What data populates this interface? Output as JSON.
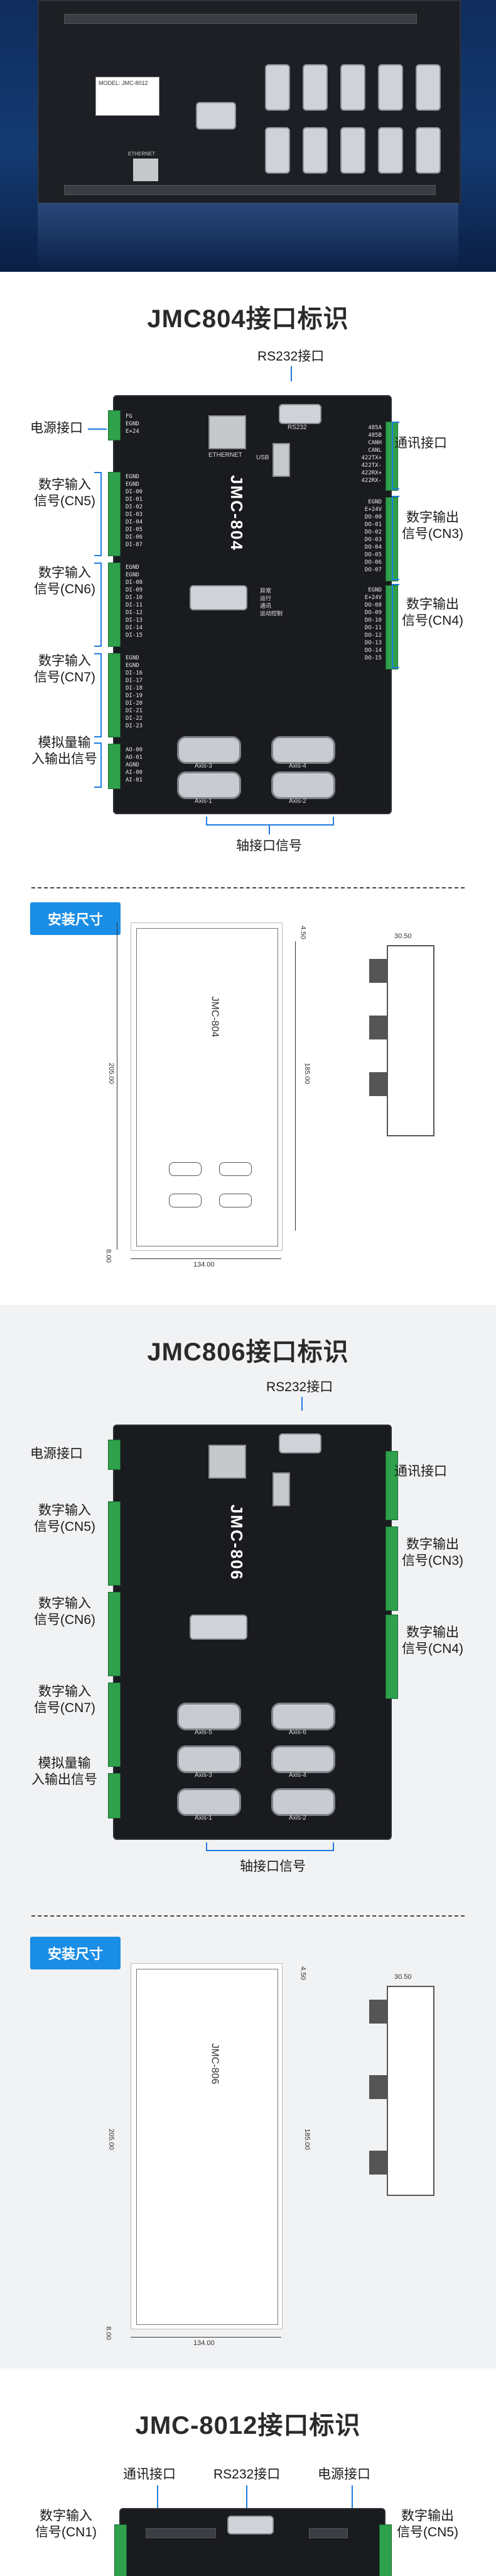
{
  "colors": {
    "accent": "#1f7be0",
    "badge": "#1a8de6",
    "board": "#1a1b1f",
    "terminal": "#2fa04b"
  },
  "hero": {
    "label_lines": [
      "MODEL: JMC-8012"
    ],
    "port_label": "ETHERNET"
  },
  "jmc804": {
    "title": "JMC804接口标识",
    "model": "JMC-804",
    "callouts": {
      "rs232": "RS232接口",
      "power": "电源接口",
      "comm": "通讯接口",
      "din_cn5": [
        "数字输入",
        "信号(CN5)"
      ],
      "din_cn6": [
        "数字输入",
        "信号(CN6)"
      ],
      "din_cn7": [
        "数字输入",
        "信号(CN7)"
      ],
      "analog": [
        "模拟量输",
        "入输出信号"
      ],
      "dout_cn3": [
        "数字输出",
        "信号(CN3)"
      ],
      "dout_cn4": [
        "数字输出",
        "信号(CN4)"
      ],
      "axis": "轴接口信号"
    },
    "power_pins": [
      "FG",
      "EGND",
      "E+24"
    ],
    "port_labels": {
      "eth": "ETHERNET",
      "rs232": "RS232",
      "usb": "USB"
    },
    "comm_pins": [
      "485A",
      "485B",
      "CANH",
      "CANL",
      "422TX+",
      "422TX-",
      "422RX+",
      "422RX-"
    ],
    "din_cn5_pins": [
      "EGND",
      "EGND",
      "DI-00",
      "DI-01",
      "DI-02",
      "DI-03",
      "DI-04",
      "DI-05",
      "DI-06",
      "DI-07"
    ],
    "din_cn6_pins": [
      "EGND",
      "EGND",
      "DI-08",
      "DI-09",
      "DI-10",
      "DI-11",
      "DI-12",
      "DI-13",
      "DI-14",
      "DI-15"
    ],
    "din_cn7_pins": [
      "EGND",
      "EGND",
      "DI-16",
      "DI-17",
      "DI-18",
      "DI-19",
      "DI-20",
      "DI-21",
      "DI-22",
      "DI-23"
    ],
    "analog_pins": [
      "AO-00",
      "AO-01",
      "AGND",
      "AI-00",
      "AI-01"
    ],
    "dout_cn3_pins": [
      "EGND",
      "E+24V",
      "DO-00",
      "DO-01",
      "DO-02",
      "DO-03",
      "DO-04",
      "DO-05",
      "DO-06",
      "DO-07"
    ],
    "dout_cn4_pins": [
      "EGND",
      "E+24V",
      "DO-08",
      "DO-09",
      "DO-10",
      "DO-11",
      "DO-12",
      "DO-13",
      "DO-14",
      "DO-15"
    ],
    "axis_labels": [
      "Axis-1",
      "Axis-2",
      "Axis-3",
      "Axis-4"
    ],
    "status_labels": [
      "异常",
      "运行",
      "通讯",
      "运动控制"
    ]
  },
  "dims804": {
    "badge": "安装尺寸",
    "width_mm": "134.00",
    "height_mm": "205.00",
    "inner_mm": "185.00",
    "top_mm": "4.50",
    "bottom_mm": "8.00",
    "side_mm": "30.50"
  },
  "jmc806": {
    "title": "JMC806接口标识",
    "model": "JMC-806",
    "callouts": {
      "rs232": "RS232接口",
      "power": "电源接口",
      "comm": "通讯接口",
      "din_cn5": [
        "数字输入",
        "信号(CN5)"
      ],
      "din_cn6": [
        "数字输入",
        "信号(CN6)"
      ],
      "din_cn7": [
        "数字输入",
        "信号(CN7)"
      ],
      "analog": [
        "模拟量输",
        "入输出信号"
      ],
      "dout_cn3": [
        "数字输出",
        "信号(CN3)"
      ],
      "dout_cn4": [
        "数字输出",
        "信号(CN4)"
      ],
      "axis": "轴接口信号"
    },
    "axis_labels": [
      "Axis-1",
      "Axis-2",
      "Axis-3",
      "Axis-4",
      "Axis-5",
      "Axis-6"
    ]
  },
  "dims806": {
    "badge": "安装尺寸",
    "width_mm": "134.00",
    "height_mm": "205.00",
    "inner_mm": "185.00",
    "top_mm": "4.50",
    "bottom_mm": "8.00",
    "side_mm": "30.50"
  },
  "jmc8012": {
    "title": "JMC-8012接口标识",
    "callouts": {
      "comm": "通讯接口",
      "rs232": "RS232接口",
      "power": "电源接口",
      "din_cn1": [
        "数字输入",
        "信号(CN1)"
      ],
      "din_cn5": [
        "数字输出",
        "信号(CN5)"
      ]
    }
  }
}
